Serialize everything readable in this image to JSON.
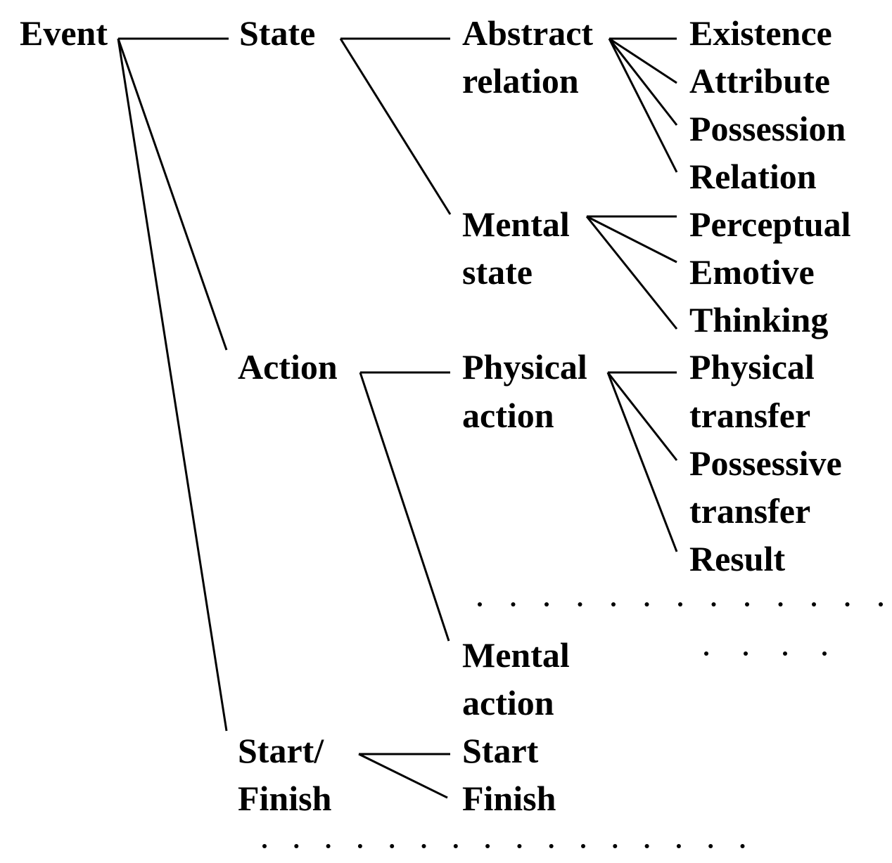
{
  "nodes": {
    "event": [
      "Event"
    ],
    "state": [
      "State"
    ],
    "action": [
      "Action"
    ],
    "start_finish": [
      "Start/",
      "Finish"
    ],
    "abstract_relation": [
      "Abstract",
      "relation"
    ],
    "mental_state": [
      "Mental",
      "state"
    ],
    "physical_action": [
      "Physical",
      "action"
    ],
    "mental_action": [
      "Mental",
      "action"
    ],
    "start": [
      "Start"
    ],
    "finish": [
      "Finish"
    ],
    "existence": [
      "Existence"
    ],
    "attribute": [
      "Attribute"
    ],
    "possession": [
      "Possession"
    ],
    "relation": [
      "Relation"
    ],
    "perceptual": [
      "Perceptual"
    ],
    "emotive": [
      "Emotive"
    ],
    "thinking": [
      "Thinking"
    ],
    "physical_transfer": [
      "Physical",
      "transfer"
    ],
    "possessive_transfer": [
      "Possessive",
      "transfer"
    ],
    "result": [
      "Result"
    ]
  },
  "edges": [
    [
      "Event",
      "State"
    ],
    [
      "Event",
      "Action"
    ],
    [
      "Event",
      "Start/Finish"
    ],
    [
      "State",
      "Abstract relation"
    ],
    [
      "State",
      "Mental state"
    ],
    [
      "Action",
      "Physical action"
    ],
    [
      "Action",
      "Mental action"
    ],
    [
      "Start/Finish",
      "Start"
    ],
    [
      "Start/Finish",
      "Finish"
    ],
    [
      "Abstract relation",
      "Existence"
    ],
    [
      "Abstract relation",
      "Attribute"
    ],
    [
      "Abstract relation",
      "Possession"
    ],
    [
      "Abstract relation",
      "Relation"
    ],
    [
      "Mental state",
      "Perceptual"
    ],
    [
      "Mental state",
      "Emotive"
    ],
    [
      "Mental state",
      "Thinking"
    ],
    [
      "Physical action",
      "Physical transfer"
    ],
    [
      "Physical action",
      "Possessive transfer"
    ],
    [
      "Physical action",
      "Result"
    ]
  ]
}
